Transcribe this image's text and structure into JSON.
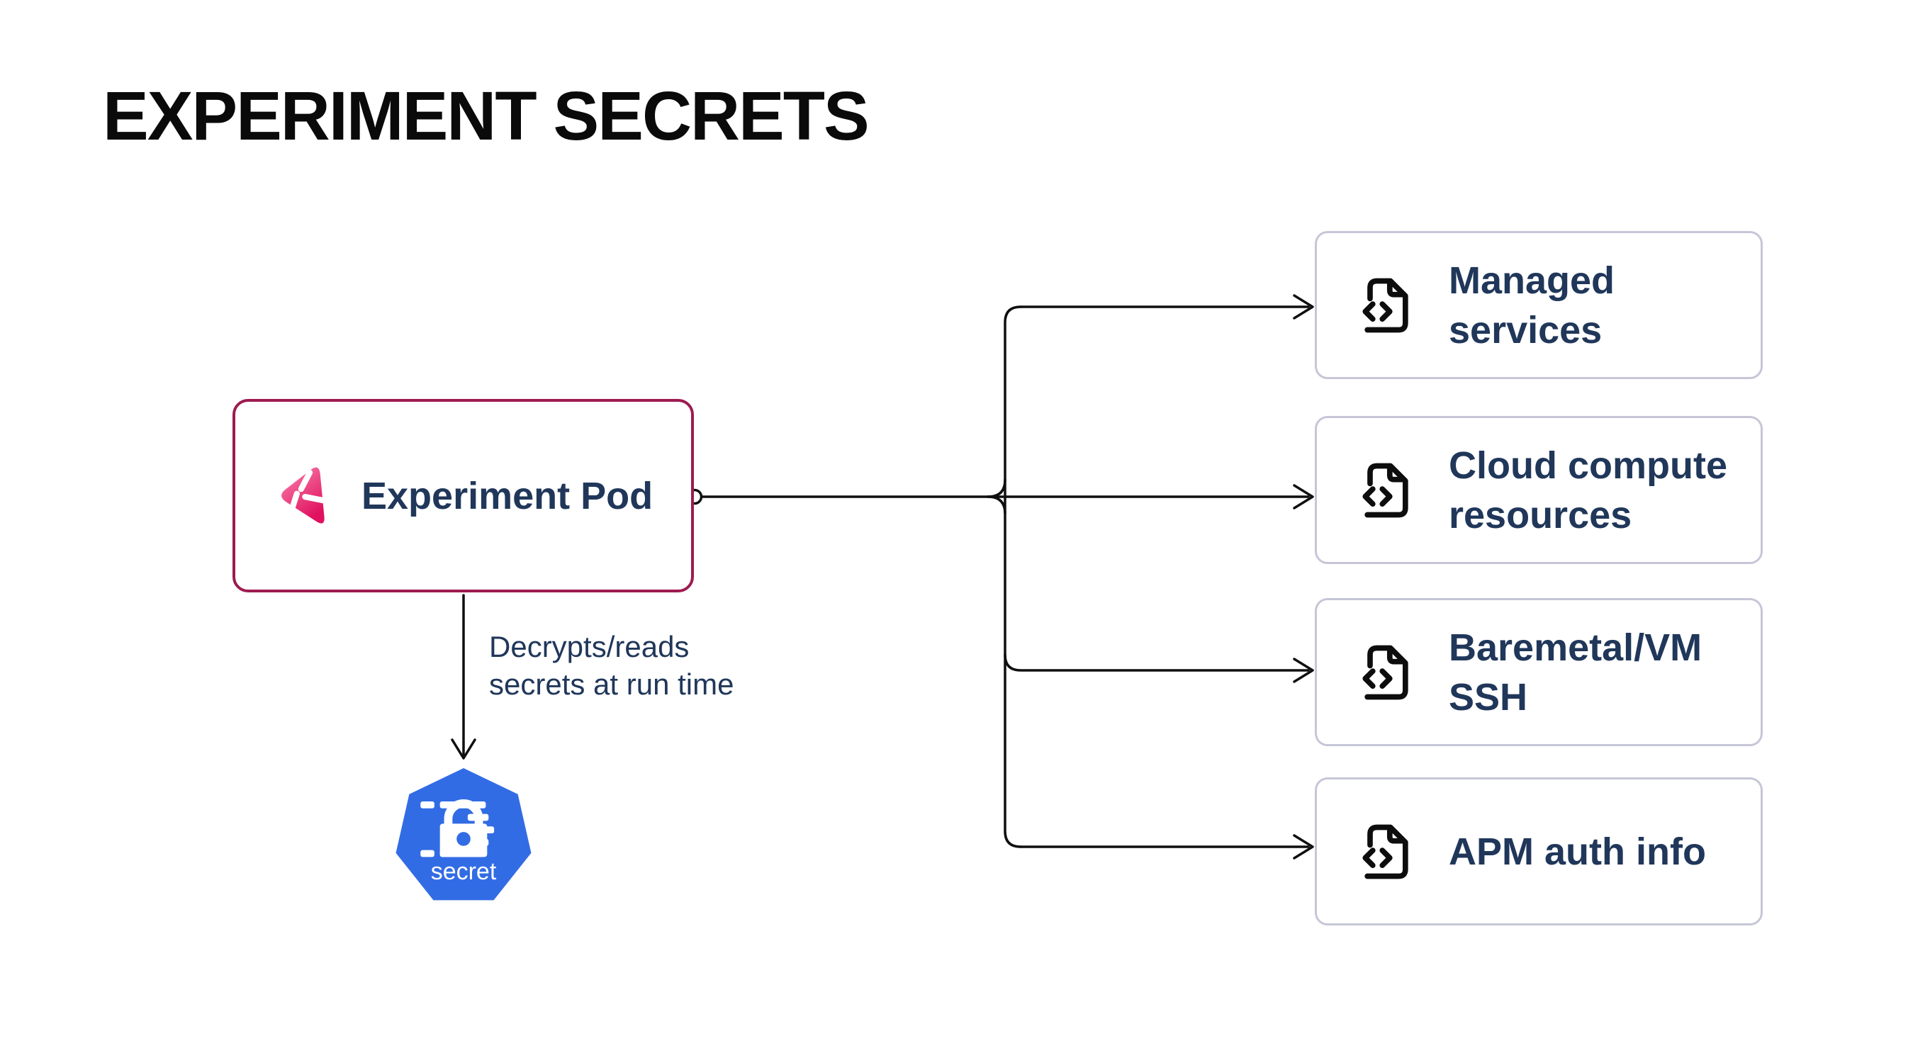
{
  "title": "EXPERIMENT SECRETS",
  "pod": {
    "label": "Experiment Pod"
  },
  "edge_note": {
    "text": "Decrypts/reads\nsecrets at run time"
  },
  "secret": {
    "label": "secret"
  },
  "targets": [
    {
      "label": "Managed\nservices"
    },
    {
      "label": "Cloud compute\nresources"
    },
    {
      "label": "Baremetal/VM\nSSH"
    },
    {
      "label": "APM auth info"
    }
  ],
  "icons": {
    "pod_icon": "litmus-chaos-logo",
    "target_icon": "file-code-icon",
    "secret_icon": "kubernetes-secret-heptagon"
  },
  "colors": {
    "pod_border": "#9d1b51",
    "pod_logo_gradient_start": "#fa85af",
    "pod_logo_gradient_end": "#e0115f",
    "node_text": "#20375a",
    "target_border": "#c6c6d8",
    "kubernetes_blue": "#326ce5",
    "line": "#0f0f0f",
    "title_text": "#0a0a0a",
    "background": "#ffffff"
  }
}
